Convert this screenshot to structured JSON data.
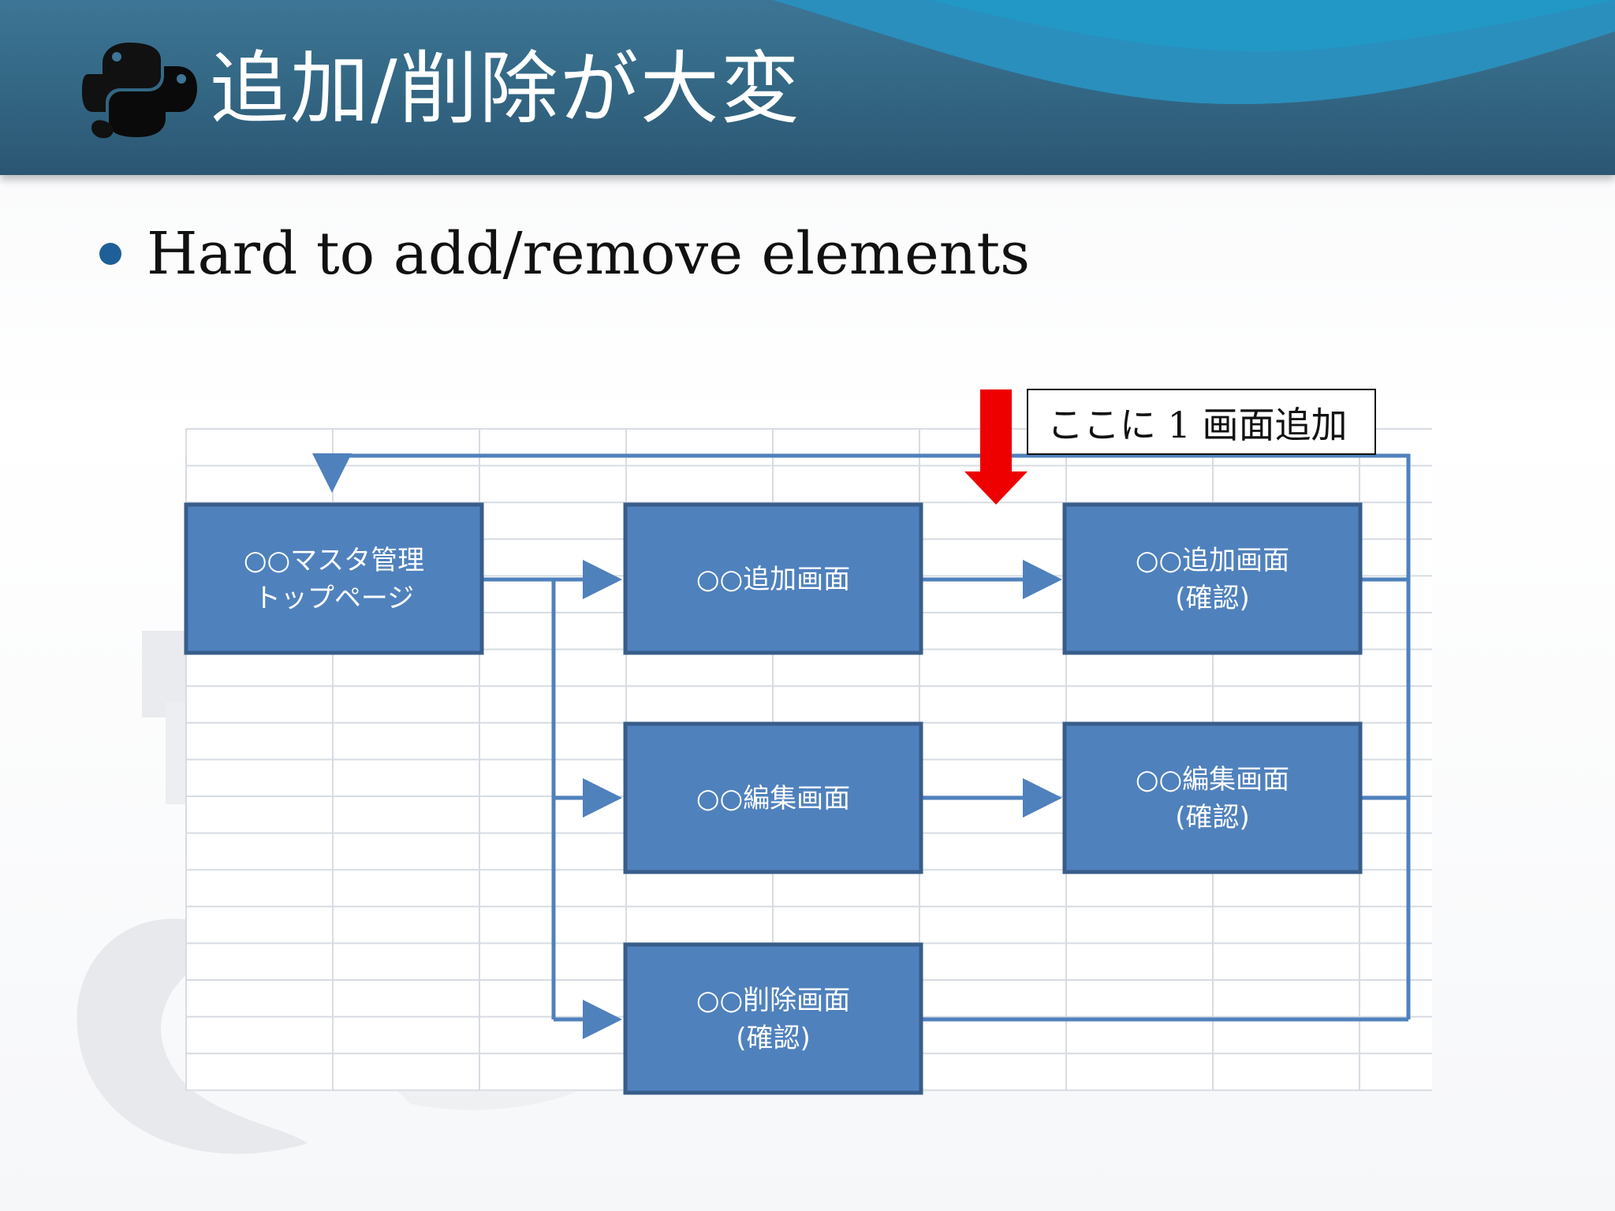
{
  "header": {
    "title": "追加/削除が大変",
    "logo_icon": "python-logo-icon"
  },
  "bullets": [
    {
      "text": "Hard to add/remove elements"
    }
  ],
  "diagram": {
    "boxes": [
      {
        "id": "master",
        "lines": [
          "○○マスタ管理",
          "トップページ"
        ]
      },
      {
        "id": "add",
        "lines": [
          "○○追加画面"
        ]
      },
      {
        "id": "add_confirm",
        "lines": [
          "○○追加画面",
          "(確認)"
        ]
      },
      {
        "id": "edit",
        "lines": [
          "○○編集画面"
        ]
      },
      {
        "id": "edit_confirm",
        "lines": [
          "○○編集画面",
          "(確認)"
        ]
      },
      {
        "id": "delete_confirm",
        "lines": [
          "○○削除画面",
          "(確認)"
        ]
      }
    ],
    "callout": {
      "text": "ここに 1 画面追加",
      "arrow_color": "#ee0000"
    },
    "colors": {
      "box_fill": "#4f81bd",
      "box_border": "#385d8a",
      "connector": "#4f81bd",
      "grid": "#d7dce3"
    }
  }
}
